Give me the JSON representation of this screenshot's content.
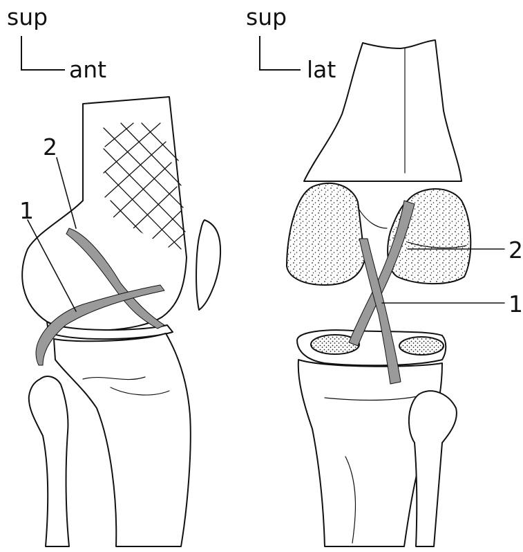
{
  "left_view": {
    "axis_vertical": "sup",
    "axis_horizontal": "ant",
    "callouts": [
      "2",
      "1"
    ]
  },
  "right_view": {
    "axis_vertical": "sup",
    "axis_horizontal": "lat",
    "callouts": [
      "2",
      "1"
    ]
  },
  "colors": {
    "ink": "#111111",
    "ligament": "#9a9a9a",
    "paper": "#ffffff"
  }
}
